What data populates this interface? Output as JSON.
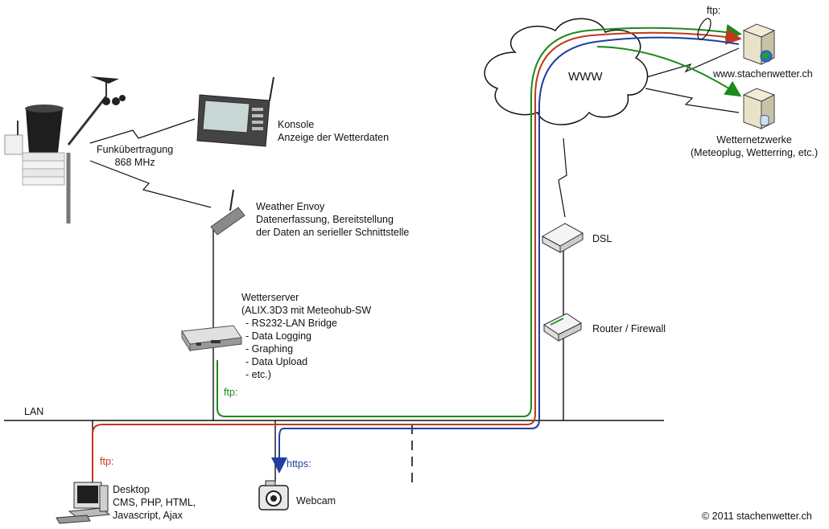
{
  "labels": {
    "funk_line1": "Funkübertragung",
    "funk_line2": "868 MHz",
    "konsole_line1": "Konsole",
    "konsole_line2": "Anzeige der Wetterdaten",
    "envoy_line1": "Weather Envoy",
    "envoy_line2": "Datenerfassung, Bereitstellung",
    "envoy_line3": "der Daten an serieller Schnittstelle",
    "server_line1": "Wetterserver",
    "server_line2": "(ALIX.3D3 mit Meteohub-SW",
    "server_line3": "- RS232-LAN Bridge",
    "server_line4": "- Data Logging",
    "server_line5": "- Graphing",
    "server_line6": "- Data Upload",
    "server_line7": "- etc.)",
    "www": "WWW",
    "dsl": "DSL",
    "router": "Router / Firewall",
    "ftp_top": "ftp:",
    "stachen": "www.stachenwetter.ch",
    "wnet_line1": "Wetternetzwerke",
    "wnet_line2": "(Meteoplug, Wetterring, etc.)",
    "lan": "LAN",
    "ftp_green": "ftp:",
    "ftp_red": "ftp:",
    "https": "https:",
    "desktop_line1": "Desktop",
    "desktop_line2": "CMS, PHP, HTML,",
    "desktop_line3": "Javascript, Ajax",
    "webcam": "Webcam",
    "copyright": "© 2011 stachenwetter.ch"
  },
  "colors": {
    "green": "#1b8a1b",
    "red": "#c0391b",
    "blue": "#1f3f9f",
    "line": "#111111"
  }
}
